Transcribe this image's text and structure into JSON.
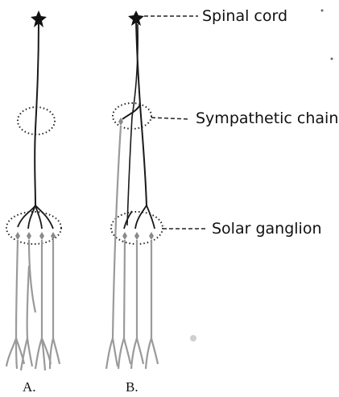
{
  "labels": {
    "spinal_cord": "Spinal cord",
    "sympathetic_chain": "Sympathetic chain",
    "solar_ganglion": "Solar ganglion"
  },
  "panels": {
    "a": "A.",
    "b": "B."
  },
  "colors": {
    "preganglionic": "#1a1a1a",
    "postganglionic": "#9a9a9a",
    "outline": "#222222"
  }
}
